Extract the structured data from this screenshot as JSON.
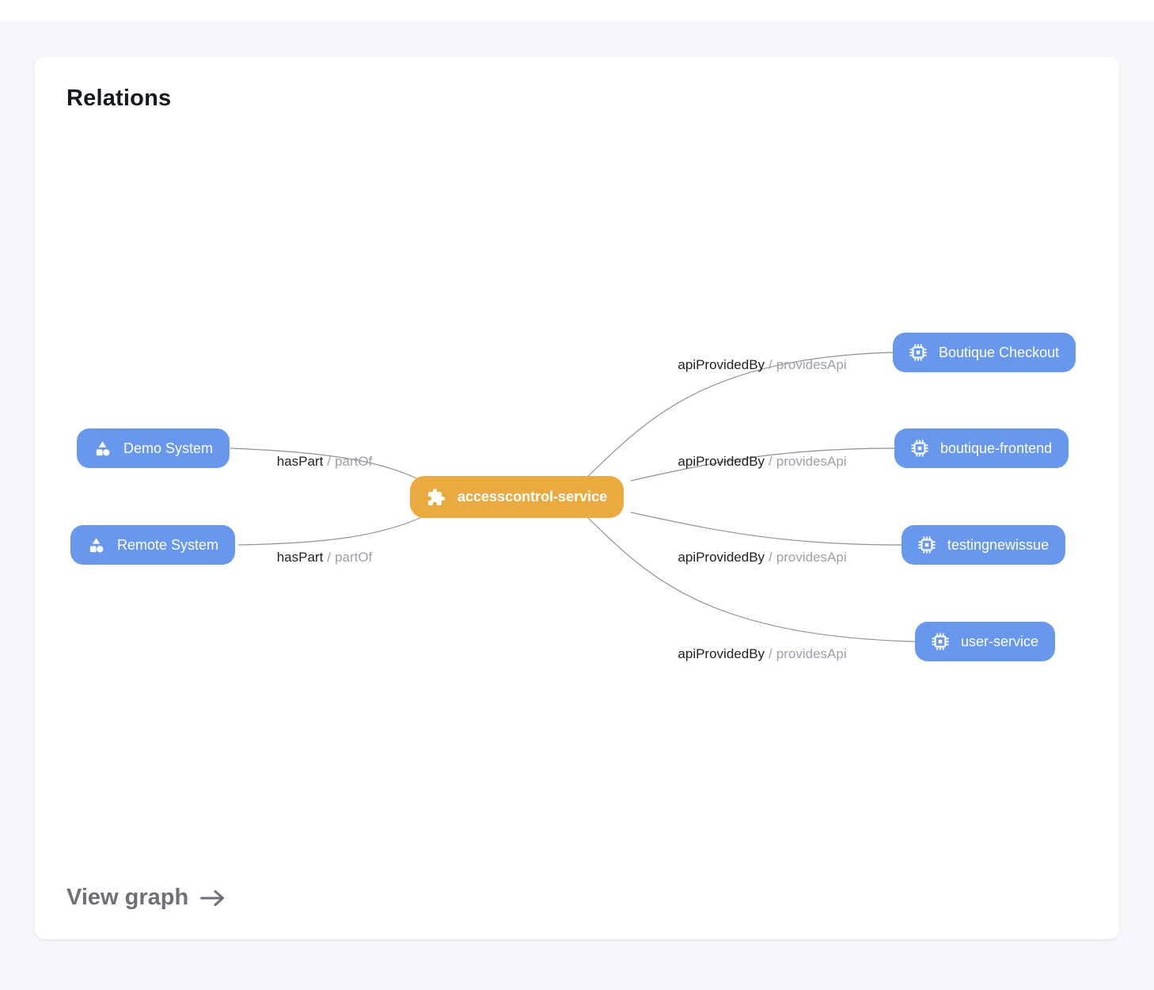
{
  "card": {
    "title": "Relations",
    "view_graph": {
      "label": "View graph",
      "icon": "arrow-right-icon"
    }
  },
  "graph": {
    "nodes": {
      "center": {
        "label": "accesscontrol-service",
        "icon": "puzzle-piece-icon",
        "color": "#ebaa3f"
      },
      "demo_system": {
        "label": "Demo System",
        "icon": "system-shapes-icon",
        "color": "#6897ee"
      },
      "remote_system": {
        "label": "Remote System",
        "icon": "system-shapes-icon",
        "color": "#6897ee"
      },
      "boutique_checkout": {
        "label": "Boutique Checkout",
        "icon": "api-chip-icon",
        "color": "#6897ee"
      },
      "boutique_frontend": {
        "label": "boutique-frontend",
        "icon": "api-chip-icon",
        "color": "#6897ee"
      },
      "testingnewissue": {
        "label": "testingnewissue",
        "icon": "api-chip-icon",
        "color": "#6897ee"
      },
      "user_service": {
        "label": "user-service",
        "icon": "api-chip-icon",
        "color": "#6897ee"
      }
    },
    "edge_labels": {
      "has_part": {
        "primary": "hasPart",
        "separator": "/",
        "secondary": "partOf"
      },
      "api_provided_by": {
        "primary": "apiProvidedBy",
        "separator": "/",
        "secondary": "providesApi"
      }
    },
    "edge_color": "#7f7f7f"
  }
}
